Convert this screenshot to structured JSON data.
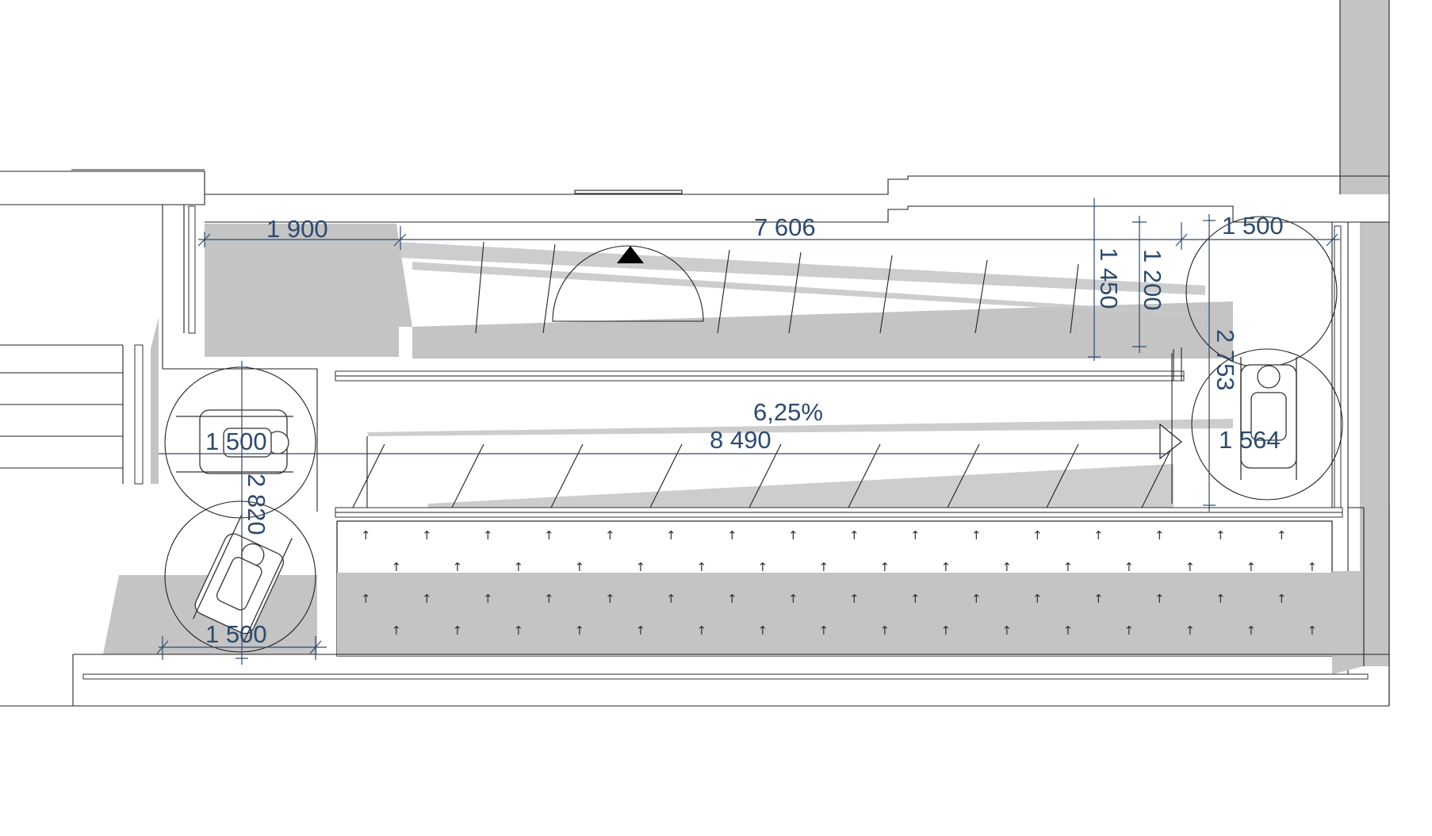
{
  "drawing": {
    "dimensions": [
      {
        "id": "d-1900-top",
        "text": "1 900"
      },
      {
        "id": "d-7606",
        "text": "7 606"
      },
      {
        "id": "d-1500-top-right",
        "text": "1 500"
      },
      {
        "id": "d-1450",
        "text": "1 450"
      },
      {
        "id": "d-1200",
        "text": "1 200"
      },
      {
        "id": "d-2753",
        "text": "2 753"
      },
      {
        "id": "d-1564",
        "text": "1 564"
      },
      {
        "id": "d-625",
        "text": "6,25%"
      },
      {
        "id": "d-8490",
        "text": "8 490"
      },
      {
        "id": "d-1500-left",
        "text": "1 500"
      },
      {
        "id": "d-2820",
        "text": "2 820"
      },
      {
        "id": "d-1500-bottom",
        "text": "1 500"
      }
    ],
    "tactile_symbol": "↑",
    "colors": {
      "dimension": "#2e4a6e",
      "shadow": "#c4c4c4",
      "line": "#222222"
    }
  }
}
